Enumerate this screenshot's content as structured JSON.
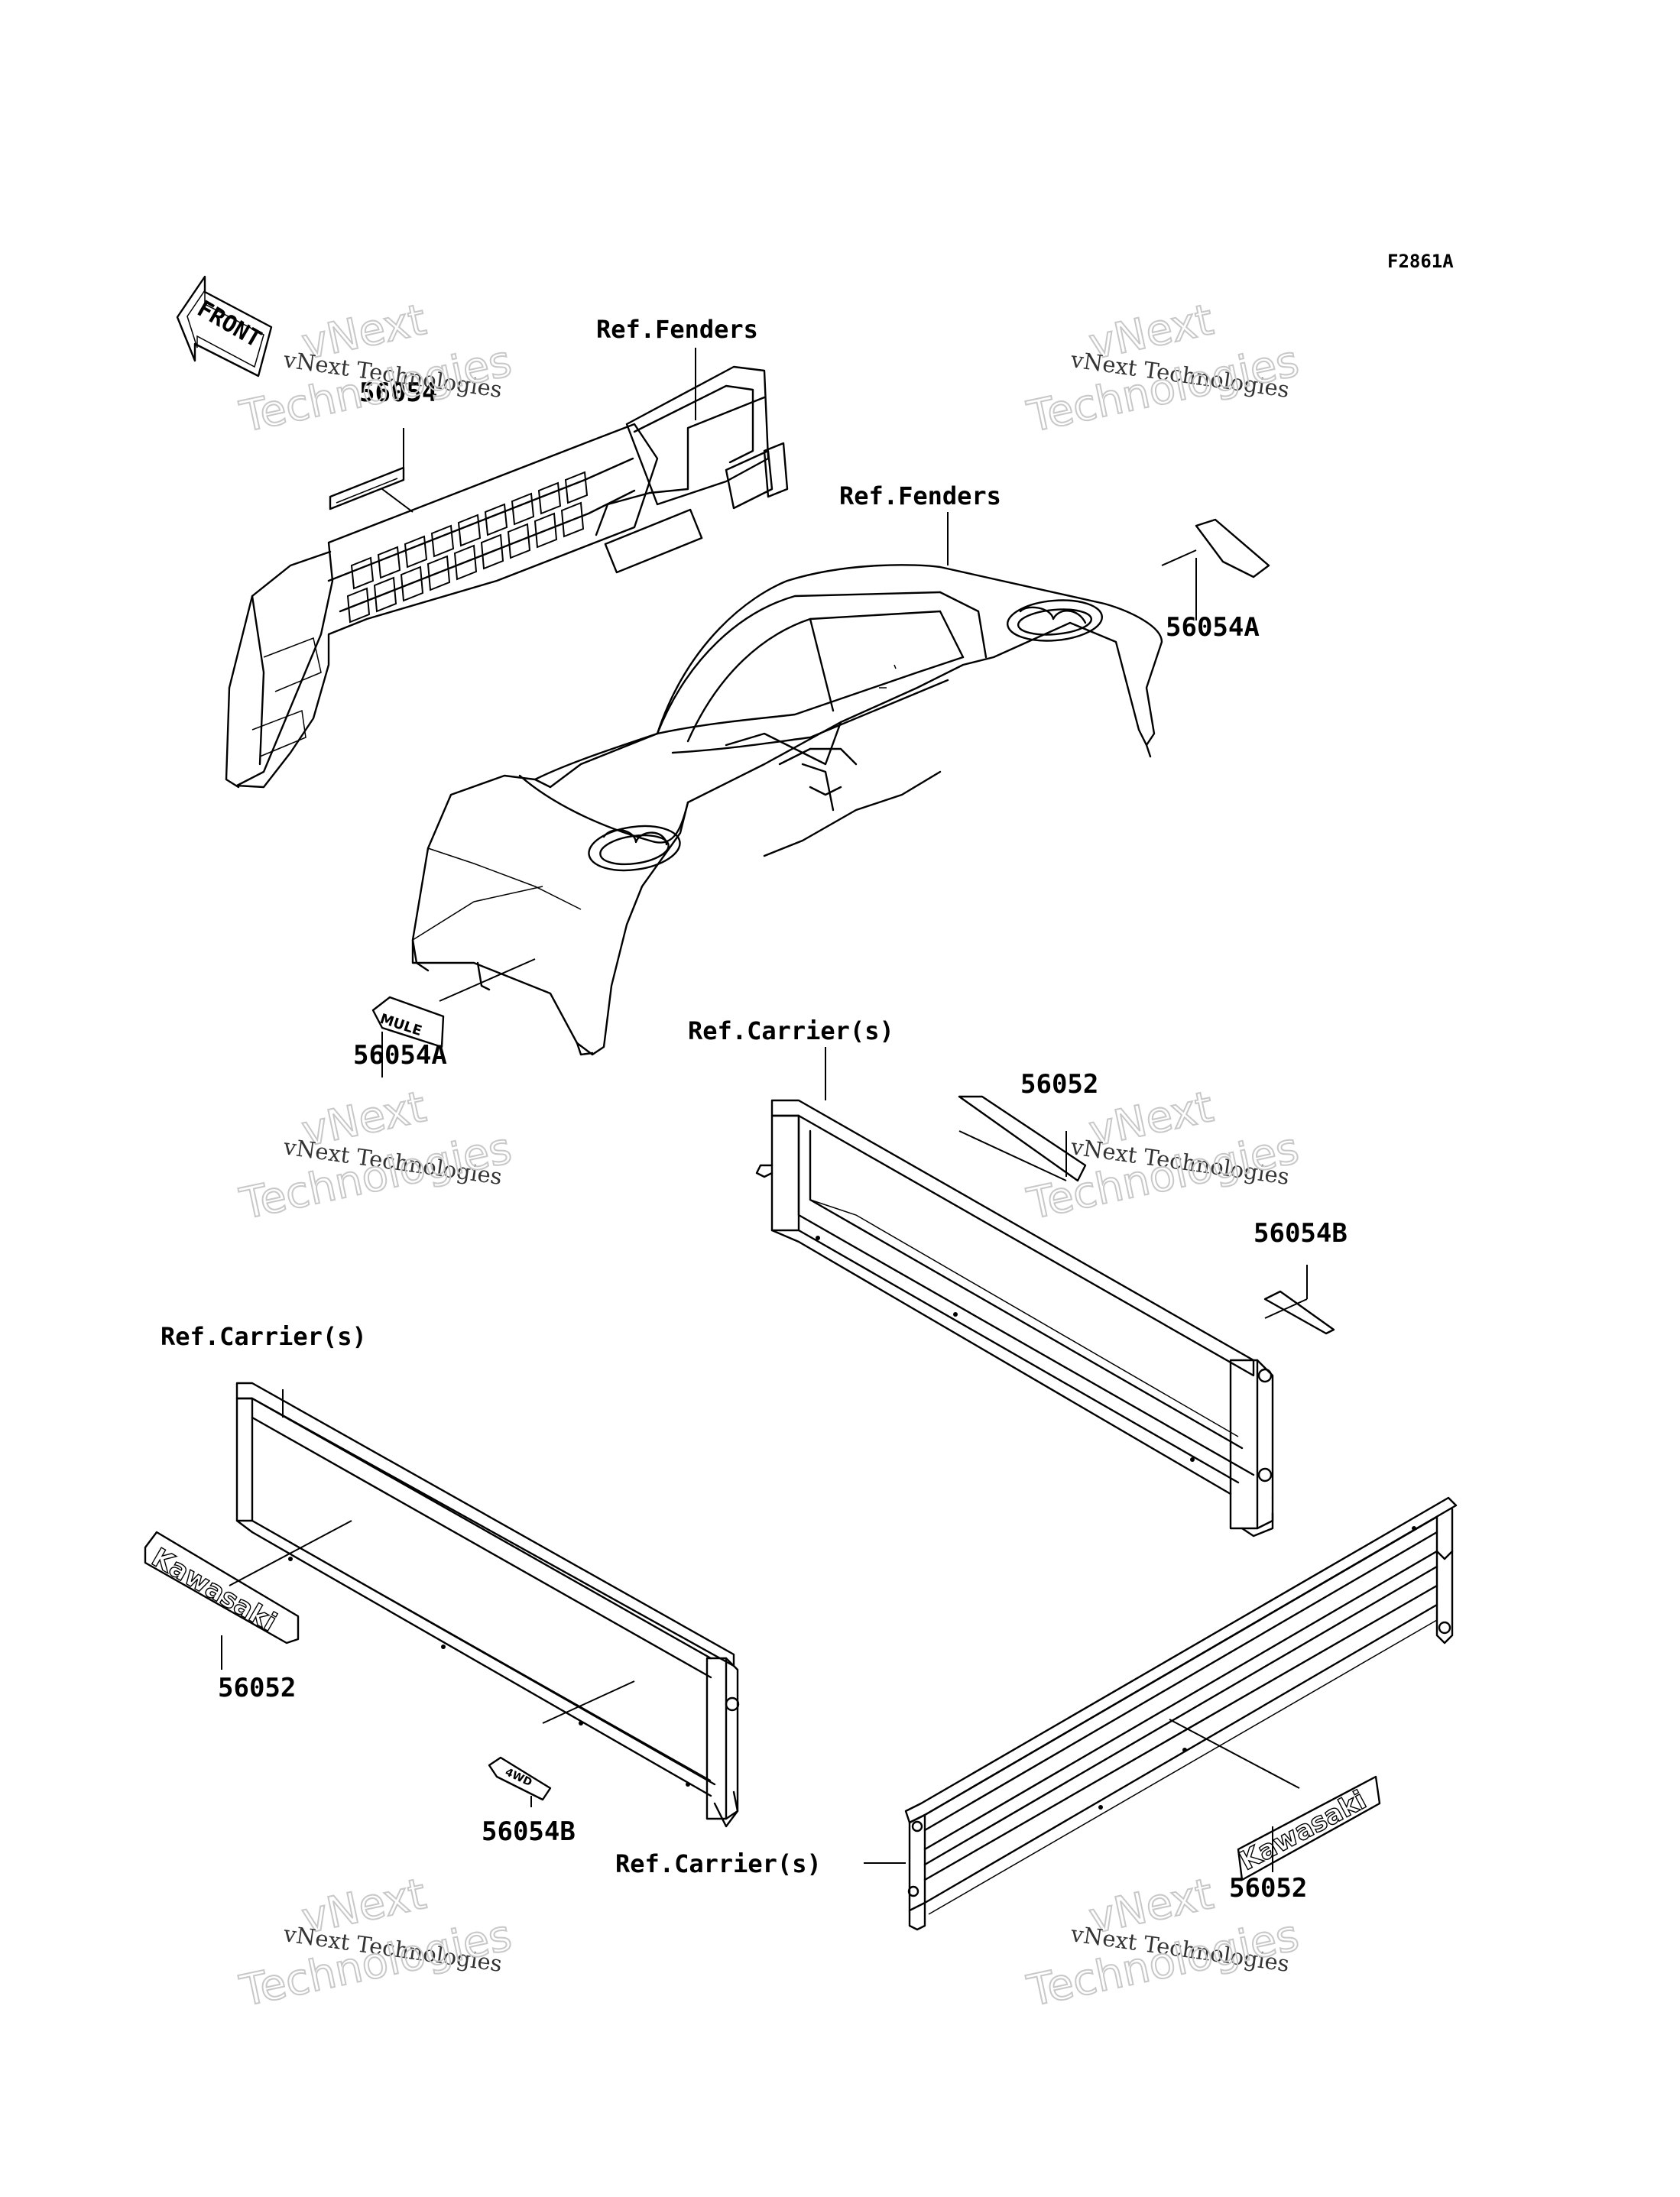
{
  "figure_id": "F2861A",
  "front_marker": "FRONT",
  "refs": {
    "fenders_top": "Ref.Fenders",
    "fenders_mid": "Ref.Fenders",
    "carrier_upper": "Ref.Carrier(s)",
    "carrier_left": "Ref.Carrier(s)",
    "carrier_right": "Ref.Carrier(s)"
  },
  "parts": {
    "p1": "56054",
    "p2": "56054A",
    "p3": "56054A",
    "p4": "56052",
    "p5": "56054B",
    "p6": "56052",
    "p7": "56054B",
    "p8": "56052"
  },
  "decals": {
    "kawasaki_left": "Kawasaki",
    "kawasaki_right": "Kawasaki",
    "mule": "MULE",
    "fourwd": "4WD"
  },
  "watermark": {
    "brand": "vNext",
    "name": "vNext Technologies",
    "word": "Technologies"
  }
}
